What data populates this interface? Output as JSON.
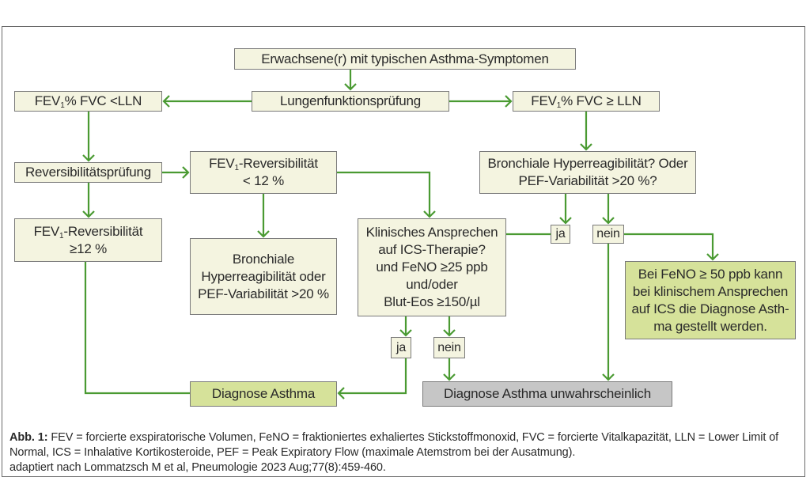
{
  "diagram": {
    "title": "Asthma-Diagnostik Flussdiagramm",
    "colors": {
      "arrow": "#4a9a32",
      "box_default": "#f4f4e0",
      "box_positive": "#d6e29a",
      "box_negative": "#c6c6c6",
      "border": "#7a7a7a"
    },
    "nodes": {
      "start": "Erwachsene(r) mit typischen Asthma-Symptomen",
      "lungfunction": "Lungenfunktionsprüfung",
      "fev_low_pre": "FEV",
      "fev_low_sub": "1",
      "fev_low_post": "% FVC <LLN",
      "fev_high_pre": "FEV",
      "fev_high_sub": "1",
      "fev_high_post": "% FVC ≥ LLN",
      "reversibility_test": "Reversibilitätsprüfung",
      "rev_low_line1_pre": "FEV",
      "rev_low_line1_sub": "1",
      "rev_low_line1_post": "-Reversibilität",
      "rev_low_line2": "< 12 %",
      "rev_high_line1_pre": "FEV",
      "rev_high_line1_sub": "1",
      "rev_high_line1_post": "-Reversibilität",
      "rev_high_line2": "≥12 %",
      "hyper_left_lines": [
        "Bronchiale",
        "Hyperreagibilität oder",
        "PEF-Variabilität >20 %"
      ],
      "hyper_right_lines": [
        "Bronchiale Hyperreagibilität? Oder",
        "PEF-Variabilität >20 %?"
      ],
      "clinical_lines": [
        "Klinisches Ansprechen",
        "auf ICS-Therapie?",
        "und FeNO ≥25 ppb",
        "und/oder",
        "Blut-Eos ≥150/µl"
      ],
      "yes_right": "ja",
      "no_right": "nein",
      "yes_bottom": "ja",
      "no_bottom": "nein",
      "feno_note_lines": [
        "Bei FeNO ≥ 50 ppb kann",
        "bei klinischem Ansprechen",
        "auf ICS die Diagnose Asth-",
        "ma gestellt werden."
      ],
      "diagnosis_yes": "Diagnose Asthma",
      "diagnosis_no": "Diagnose Asthma unwahrscheinlich"
    }
  },
  "caption": {
    "label": "Abb. 1:",
    "text": " FEV = forcierte exspiratorische Volumen, FeNO = fraktioniertes exhaliertes Stickstoffmonoxid, FVC = forcierte Vitalkapazität, LLN = Lower Limit of Normal, ICS = Inhalative Kortikosteroide, PEF = Peak Expiratory Flow (maximale Atemstrom bei der Ausatmung).",
    "source": "adaptiert nach Lommatzsch M et al, Pneumologie 2023 Aug;77(8):459-460."
  }
}
